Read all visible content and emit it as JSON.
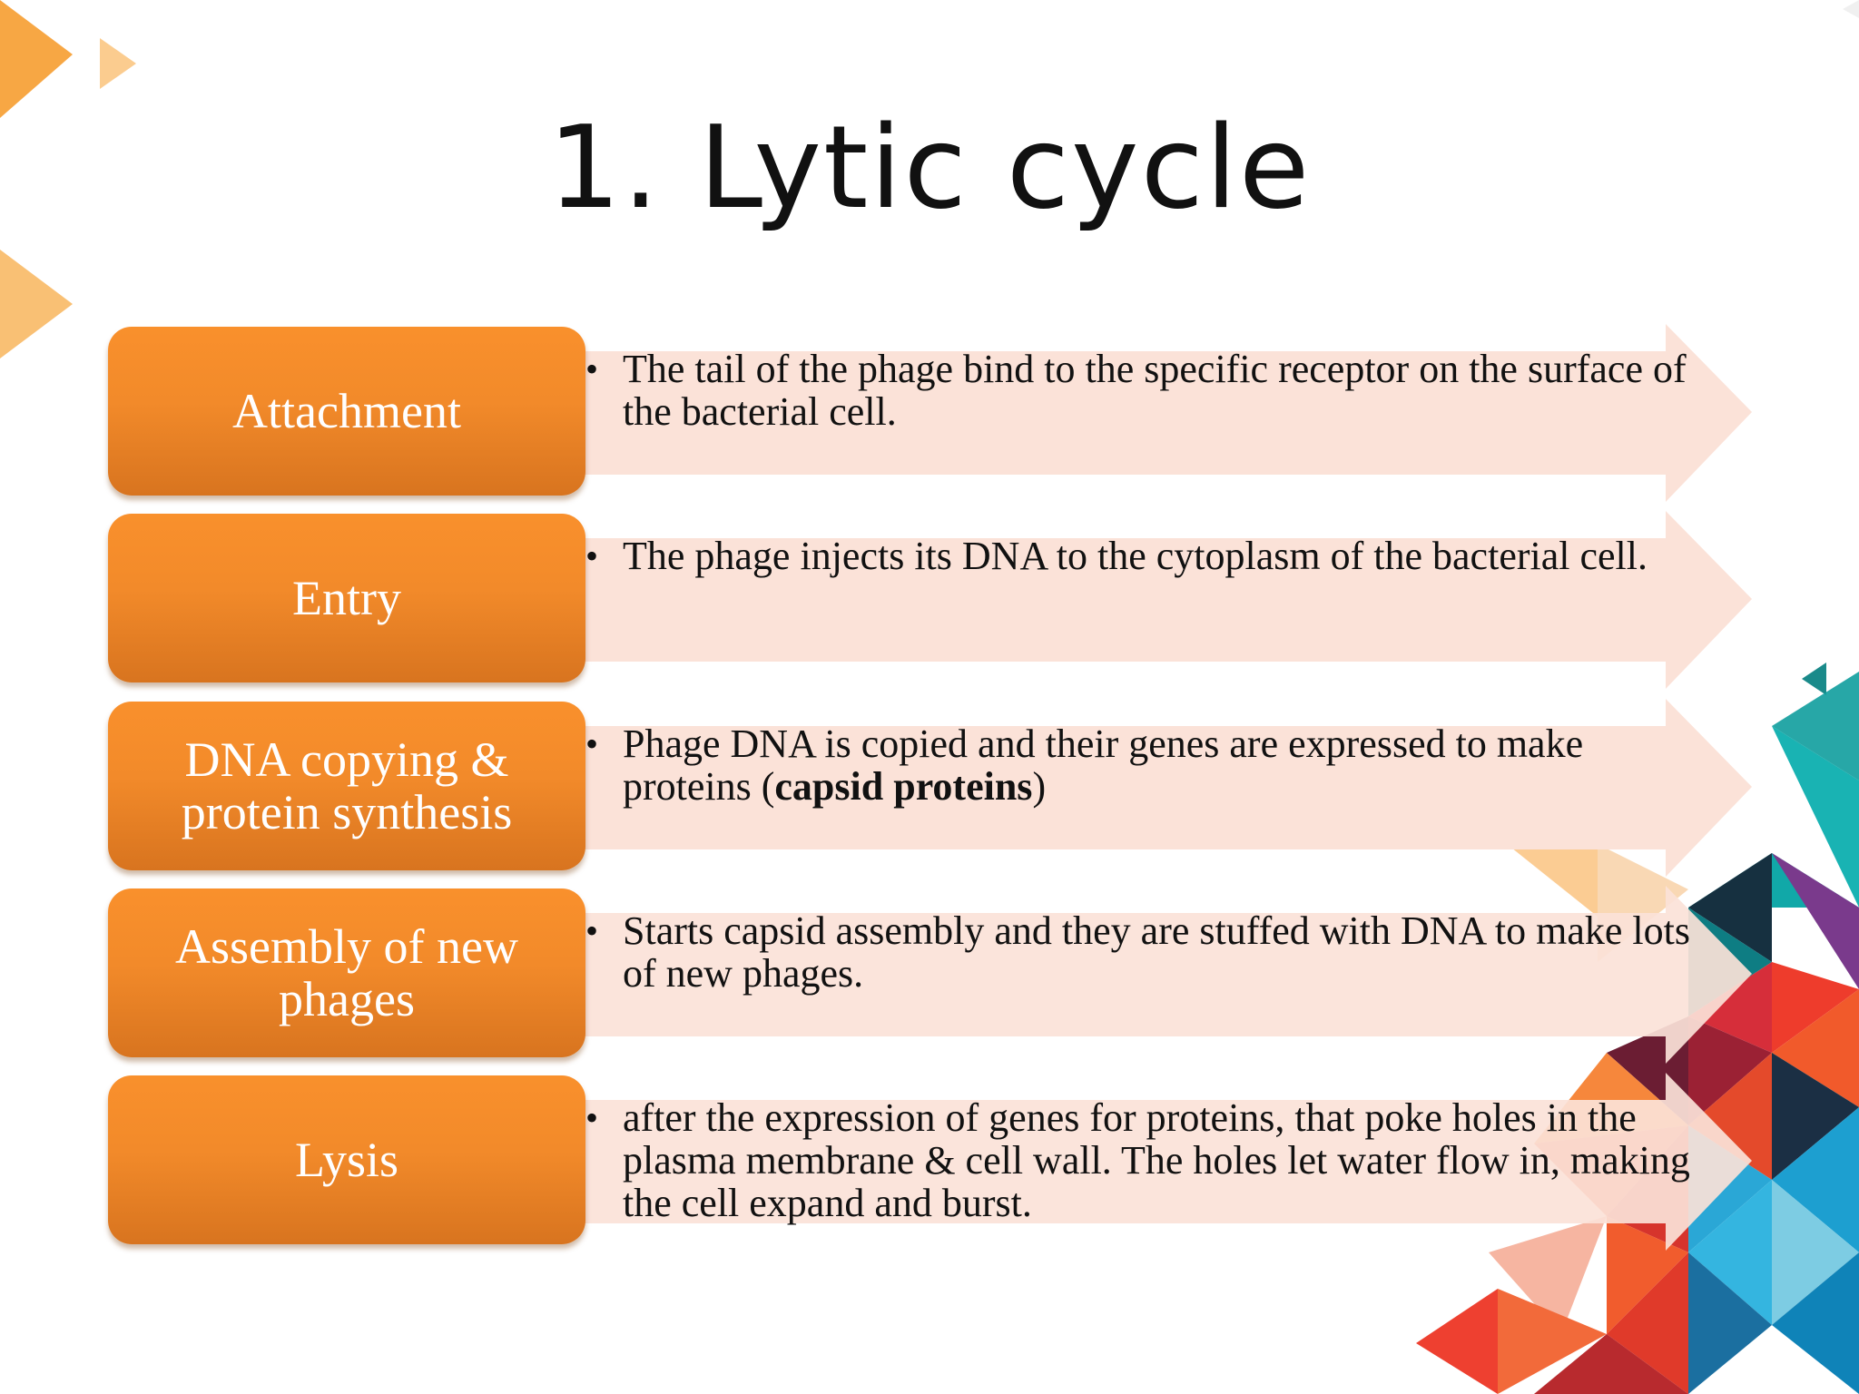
{
  "slide": {
    "title": "1. Lytic cycle",
    "bullet_glyph": "•",
    "colors": {
      "step_box": "#f28a2a",
      "arrow_fill": "#fbe2d8",
      "title_text": "#111111",
      "box_text": "#ffffff"
    },
    "steps": [
      {
        "label": "Attachment",
        "description": "The tail of the phage bind to the specific receptor on the surface of the bacterial cell."
      },
      {
        "label": "Entry",
        "description": "The phage injects its DNA to the cytoplasm of the bacterial cell."
      },
      {
        "label": "DNA copying & protein synthesis",
        "description_prefix": "Phage DNA is copied and their genes are expressed to make proteins (",
        "description_bold": "capsid proteins",
        "description_suffix": ")"
      },
      {
        "label": "Assembly of new phages",
        "description": "Starts capsid assembly and they are stuffed with DNA to make lots of new phages."
      },
      {
        "label": "Lysis",
        "description": "after the expression of  genes for proteins, that poke holes in the plasma membrane & cell wall. The holes let water flow in, making the cell expand and burst."
      }
    ]
  }
}
